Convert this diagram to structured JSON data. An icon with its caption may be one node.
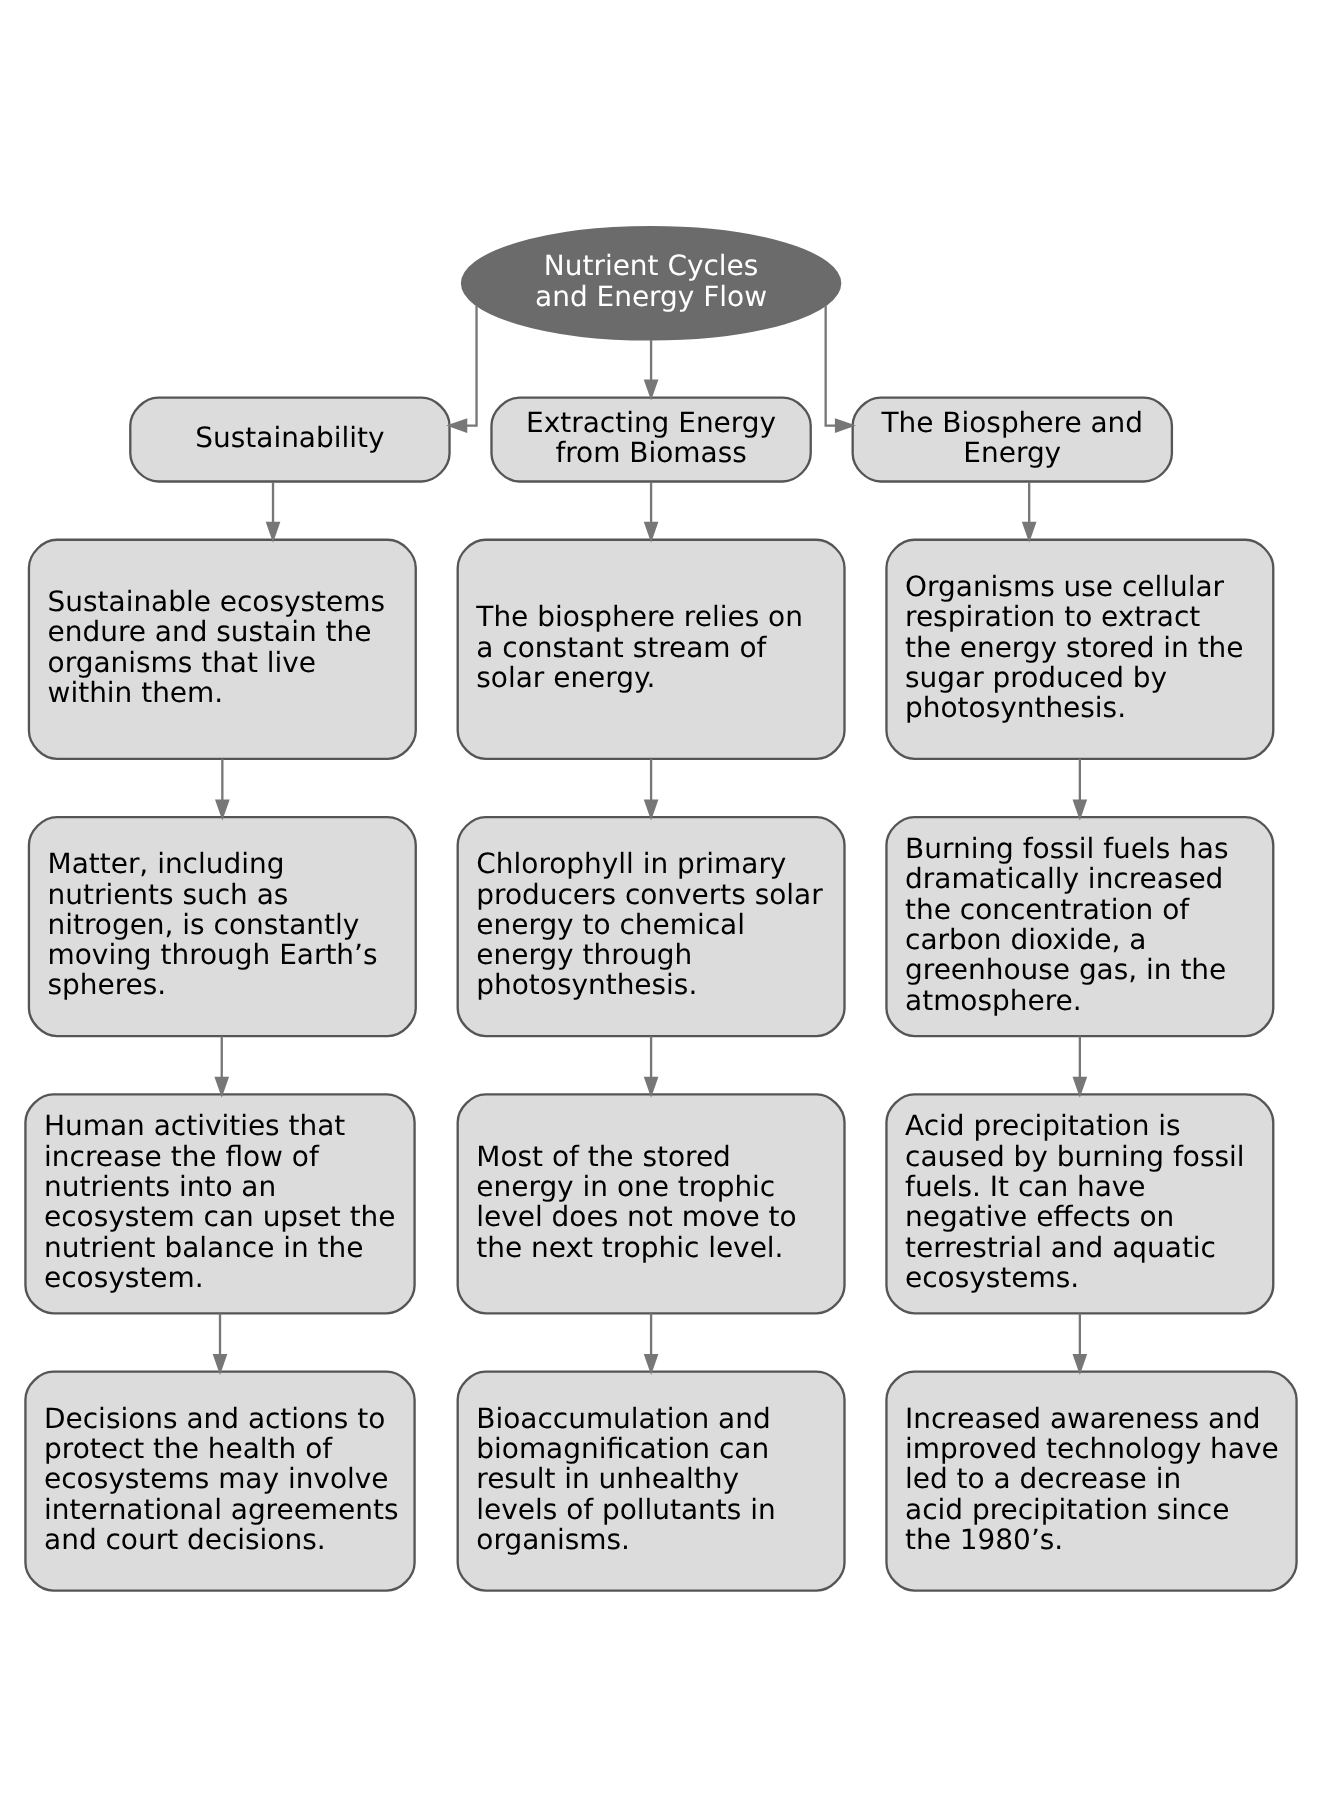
{
  "diagram": {
    "nodes": [
      {
        "text": [
          "Nutrient Cycles and Energy Flow"
        ]
      },
      {
        "text": [
          "Sustainability"
        ]
      },
      {
        "text": [
          "Extracting Energy from Biomass"
        ]
      },
      {
        "text": [
          "The Biosphere and Energy"
        ]
      },
      {
        "text": [
          "Sustainable ecosystems endure and sustain the organisms that live within them."
        ]
      },
      {
        "text": [
          "The biosphere relies on a constant stream of solar energy."
        ]
      },
      {
        "text": [
          "Organisms use cellular respiration to extract the energy stored in the sugar produced by photosynthesis."
        ]
      },
      {
        "text": [
          "Matter, including nutrients such as nitrogen, is constantly moving through Earth’s spheres."
        ]
      },
      {
        "text": [
          "Chlorophyll in primary producers converts solar energy to chemical energy through photosynthesis."
        ]
      },
      {
        "text": [
          "Burning fossil fuels has dramatically increased the concentration of carbon dioxide, a greenhouse gas, in the atmosphere."
        ]
      },
      {
        "text": [
          "Human activities that increase the flow of nutrients into an ecosystem can upset the nutrient balance in the ecosystem."
        ]
      },
      {
        "text": [
          "Most of the stored energy in one trophic level does not move to the next trophic level."
        ]
      },
      {
        "text": [
          "Acid precipitation is caused by burning fossil fuels. It can have negative effects on terrestrial and aquatic ecosystems."
        ]
      },
      {
        "text": [
          "Decisions and actions to protect the health of ecosystems may involve international agreements and court decisions."
        ]
      },
      {
        "text": [
          "Bioaccumulation and biomagnification can result in unhealthy levels of pollutants in organisms."
        ]
      },
      {
        "text": [
          "Increased awareness and improved technology have led to a decrease in acid precipitation since the 1980’s."
        ]
      }
    ],
    "edges": [
      {
        "from": 0,
        "to": 1,
        "arrow": "to"
      },
      {
        "from": 0,
        "to": 2,
        "arrow": "to"
      },
      {
        "from": 0,
        "to": 3,
        "arrow": "to"
      },
      {
        "from": 1,
        "to": 4,
        "arrow": "to"
      },
      {
        "from": 2,
        "to": 5,
        "arrow": "to"
      },
      {
        "from": 3,
        "to": 6,
        "arrow": "to"
      },
      {
        "from": 4,
        "to": 7,
        "arrow": "to"
      },
      {
        "from": 5,
        "to": 8,
        "arrow": "to"
      },
      {
        "from": 6,
        "to": 9,
        "arrow": "to"
      },
      {
        "from": 7,
        "to": 10,
        "arrow": "to"
      },
      {
        "from": 8,
        "to": 11,
        "arrow": "to"
      },
      {
        "from": 9,
        "to": 12,
        "arrow": "to"
      },
      {
        "from": 10,
        "to": 13,
        "arrow": "to"
      },
      {
        "from": 11,
        "to": 14,
        "arrow": "to"
      },
      {
        "from": 12,
        "to": 15,
        "arrow": "to"
      }
    ]
  }
}
